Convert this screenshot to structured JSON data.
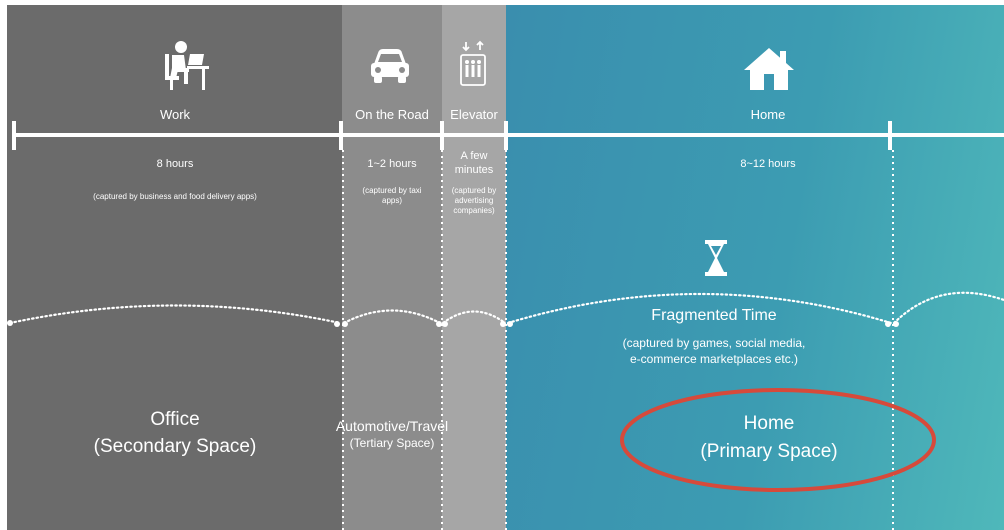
{
  "segments": {
    "work": {
      "label": "Work",
      "duration": "8 hours",
      "caption": "(captured by business and food delivery apps)",
      "space_line1": "Office",
      "space_line2": "(Secondary Space)"
    },
    "road": {
      "label": "On the Road",
      "duration": "1~2 hours",
      "caption_line1": "(captured by taxi",
      "caption_line2": "apps)",
      "space_line1": "Automotive/Travel",
      "space_line2": "(Tertiary Space)"
    },
    "elevator": {
      "label": "Elevator",
      "duration_line1": "A few",
      "duration_line2": "minutes",
      "caption_line1": "(captured by",
      "caption_line2": "advertising",
      "caption_line3": "companies)"
    },
    "home": {
      "label": "Home",
      "duration": "8~12 hours",
      "fragmented_title": "Fragmented Time",
      "fragmented_caption_line1": "(captured by games, social media,",
      "fragmented_caption_line2": "e-commerce marketplaces etc.)",
      "space_line1": "Home",
      "space_line2": "(Primary Space)"
    }
  },
  "icons": {
    "work": "person-at-desk-icon",
    "road": "car-icon",
    "elevator": "elevator-icon",
    "home": "house-icon",
    "time": "hourglass-icon"
  },
  "colors": {
    "work_bg": "#6b6b6b",
    "road_bg": "#8c8c8c",
    "elevator_bg": "#a6a6a6",
    "home_bg": "#3a8eae",
    "highlight": "#d64a3b"
  }
}
